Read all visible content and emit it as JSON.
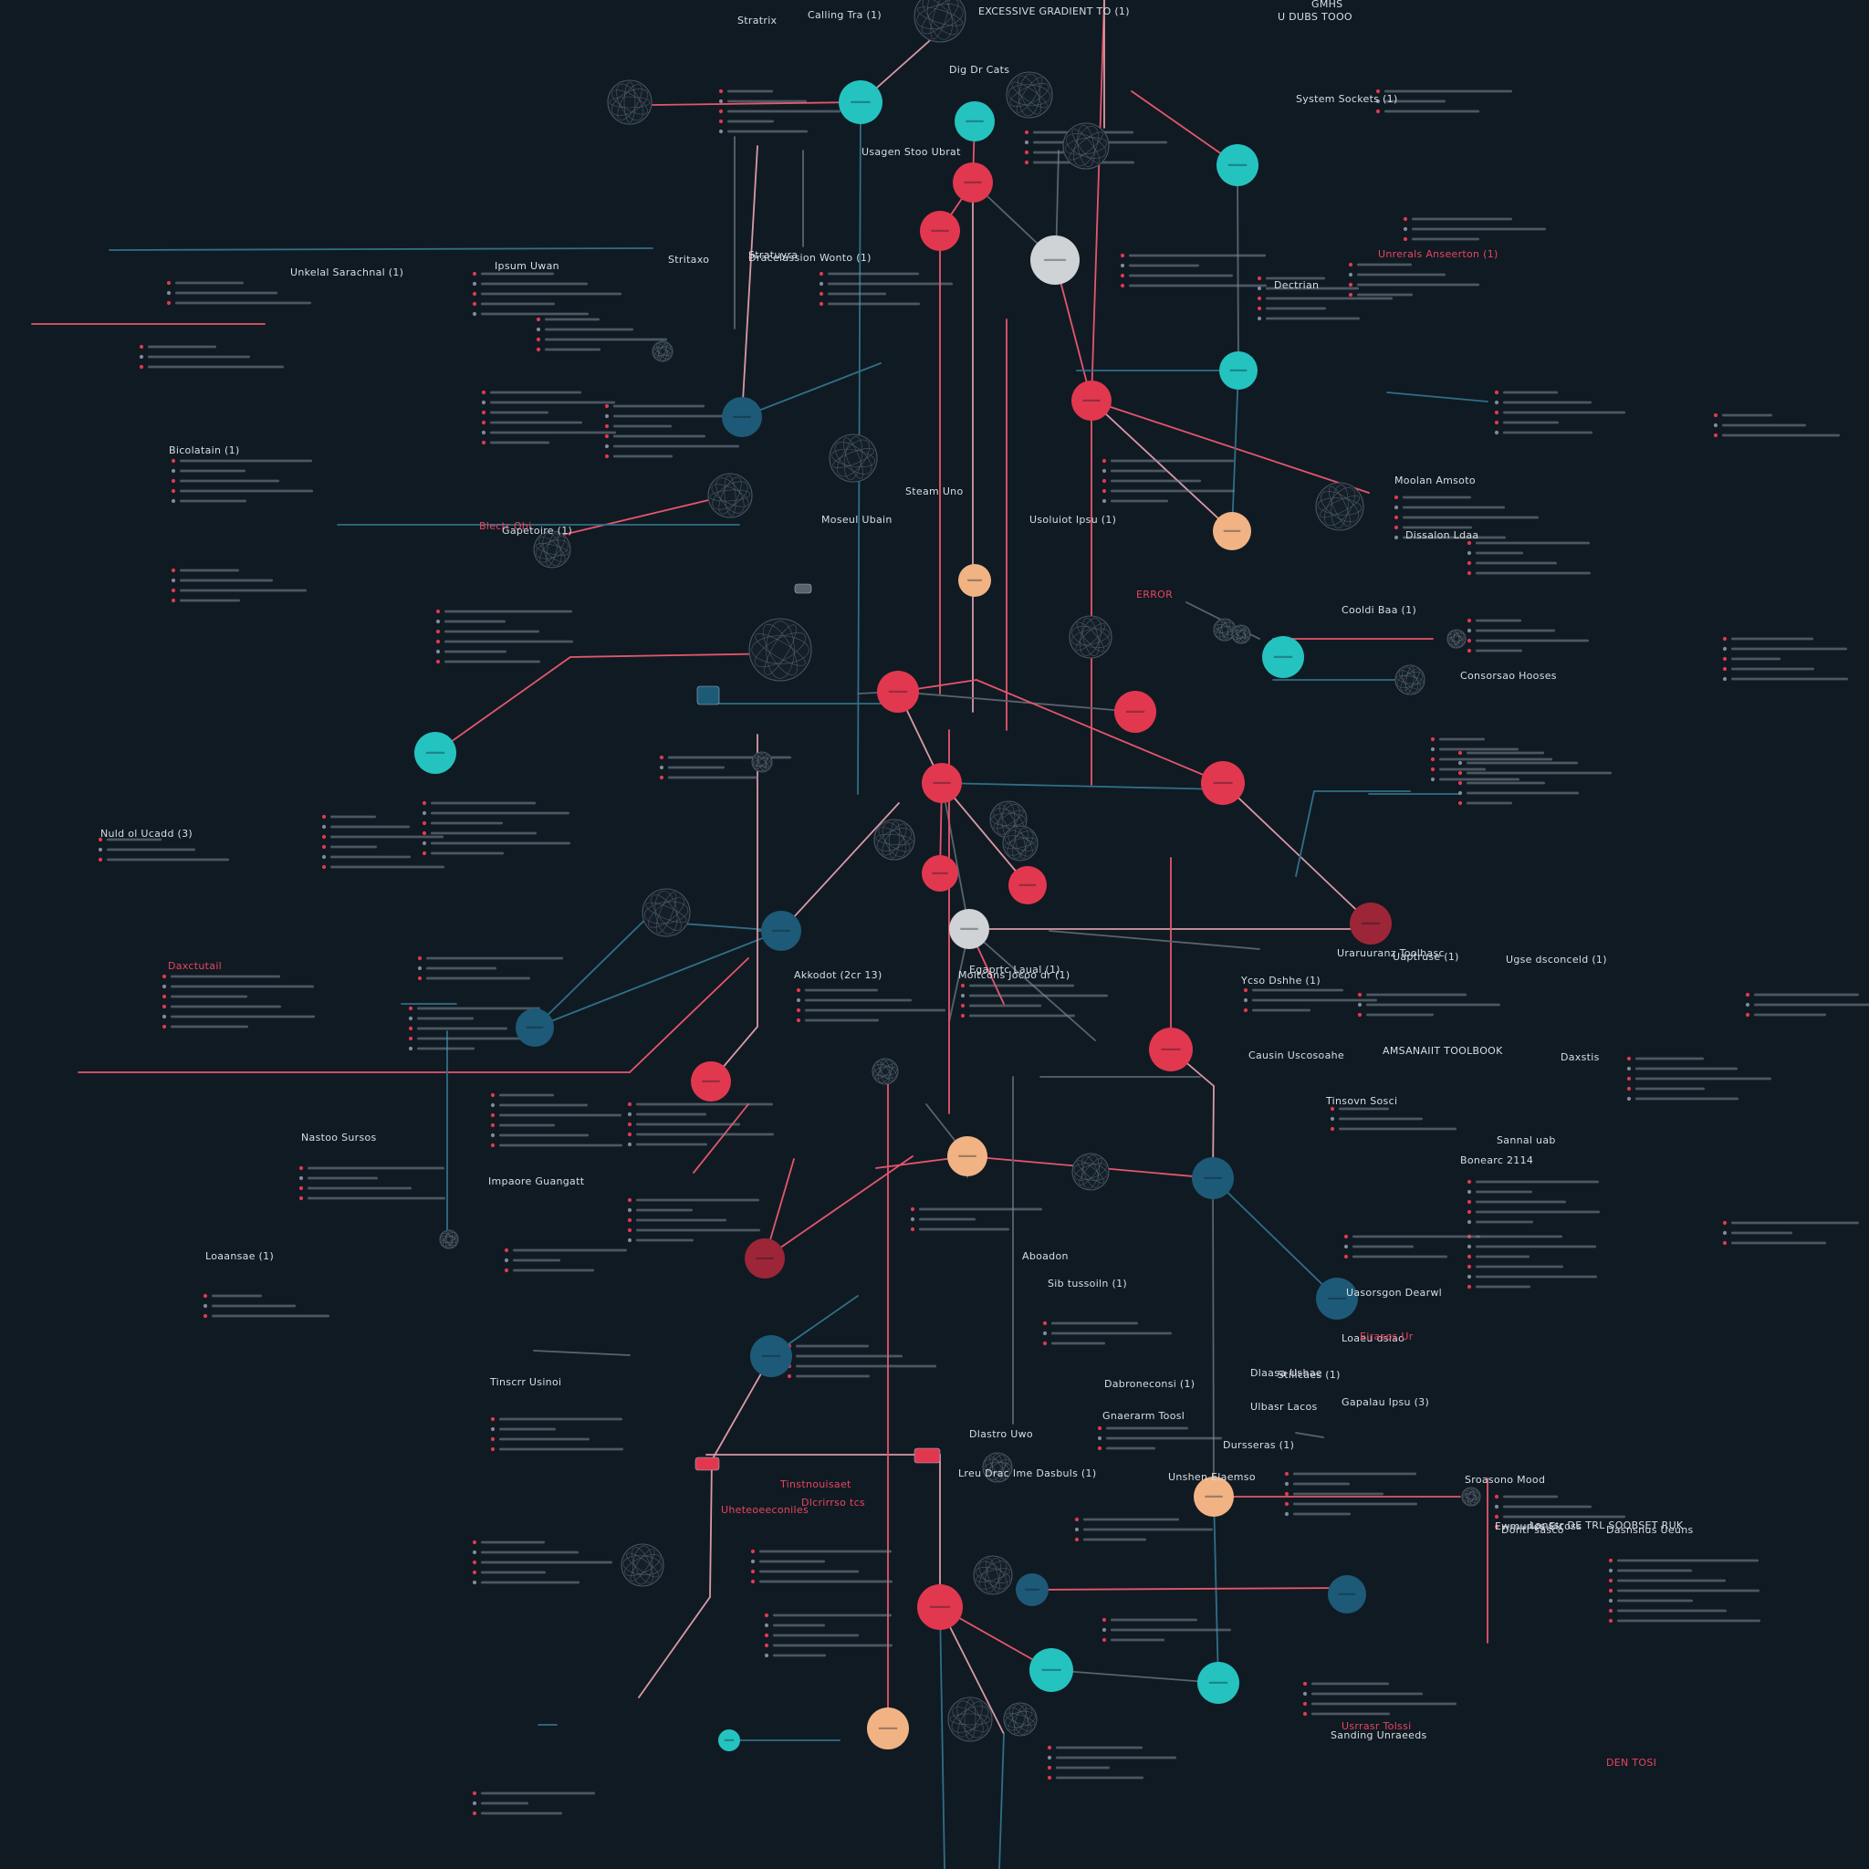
{
  "colors": {
    "background": "#101a23",
    "red": "#e2384f",
    "red_dark": "#9c2638",
    "teal": "#24c3c0",
    "navy": "#1d5a77",
    "peach": "#f1b384",
    "light_gray": "#cfd3d6",
    "line_red": "#e5566b",
    "line_teal": "#2f6f86",
    "line_pink": "#d89aa6",
    "line_gray": "#58636e",
    "text_light": "#d9dee3",
    "text_dim": "#7f8b96"
  },
  "labels": [
    {
      "text": "Calling Tra (1)",
      "color": "light"
    },
    {
      "text": "Stratrix",
      "color": "light"
    },
    {
      "text": "EXCESSIVE GRADIENT TO (1)",
      "color": "light"
    },
    {
      "text": "GMHS",
      "color": "dim"
    },
    {
      "text": "U DUBS TOOO",
      "color": "dim"
    },
    {
      "text": "System Sockets (1)",
      "color": "light"
    },
    {
      "text": "Dig Dr Cats",
      "color": "light"
    },
    {
      "text": "Usagen Stoo Ubrat",
      "color": "light"
    },
    {
      "text": "Unkelal Sarachnal (1)",
      "color": "light"
    },
    {
      "text": "Dectrian",
      "color": "light"
    },
    {
      "text": "Steam Uno",
      "color": "light"
    },
    {
      "text": "Ipsum Uwan",
      "color": "light"
    },
    {
      "text": "Stritaxo",
      "color": "light"
    },
    {
      "text": "Stratuyra",
      "color": "light"
    },
    {
      "text": "Dracelassion Wonto (1)",
      "color": "light"
    },
    {
      "text": "Unrerals Anseerton (1)",
      "color": "red"
    },
    {
      "text": "Cooldi Baa (1)",
      "color": "light"
    },
    {
      "text": "Bicolatain (1)",
      "color": "light"
    },
    {
      "text": "Blectr Obi",
      "color": "red"
    },
    {
      "text": "Gapetoire (1)",
      "color": "light"
    },
    {
      "text": "Moolan Amsoto",
      "color": "light"
    },
    {
      "text": "Consorsao Hooses",
      "color": "light"
    },
    {
      "text": "Gapalau Ipsu (3)",
      "color": "light"
    },
    {
      "text": "Dissalon Ldaa",
      "color": "light"
    },
    {
      "text": "Stilicaes (1)",
      "color": "light"
    },
    {
      "text": "Usoluiot Ipsu (1)",
      "color": "light"
    },
    {
      "text": "Moseul Ubain",
      "color": "light"
    },
    {
      "text": "Moltcons Jocoo dr (1)",
      "color": "light"
    },
    {
      "text": "ERROR",
      "color": "red"
    },
    {
      "text": "Uraruuranz Toolhasc",
      "color": "light"
    },
    {
      "text": "Uaptruse (1)",
      "color": "light"
    },
    {
      "text": "Uasorsgon Dearwl",
      "color": "light"
    },
    {
      "text": "Nuld ol Ucadd (3)",
      "color": "light"
    },
    {
      "text": "Daxctutail",
      "color": "red"
    },
    {
      "text": "Akkodot (2cr 13)",
      "color": "light"
    },
    {
      "text": "Egaprtc Laual (1)",
      "color": "light"
    },
    {
      "text": "Ycso Dshhe (1)",
      "color": "light"
    },
    {
      "text": "Ugse dsconceld (1)",
      "color": "light"
    },
    {
      "text": "AMSANAIIT TOOLBOOK",
      "color": "light"
    },
    {
      "text": "Causin Uscosoahe",
      "color": "light"
    },
    {
      "text": "Daxstis",
      "color": "light"
    },
    {
      "text": "Sannal uab",
      "color": "light"
    },
    {
      "text": "Tinsovn Sosci",
      "color": "light"
    },
    {
      "text": "Bonearc 2114",
      "color": "light"
    },
    {
      "text": "Loaansae (1)",
      "color": "light"
    },
    {
      "text": "Nastoo Sursos",
      "color": "light"
    },
    {
      "text": "Impaore Guangatt",
      "color": "light"
    },
    {
      "text": "Aboadon",
      "color": "light"
    },
    {
      "text": "Sib tussoiln (1)",
      "color": "light"
    },
    {
      "text": "Dabroneconsi (1)",
      "color": "light"
    },
    {
      "text": "Gnaerarm Toosl",
      "color": "light"
    },
    {
      "text": "Tinscrr Usinoi",
      "color": "light"
    },
    {
      "text": "Dlastro Uwo",
      "color": "light"
    },
    {
      "text": "Dlaasa Ushae",
      "color": "light"
    },
    {
      "text": "Tinstnouisaet",
      "color": "red"
    },
    {
      "text": "Dlcrirrso tcs",
      "color": "red"
    },
    {
      "text": "Uheteoeeconiles",
      "color": "red"
    },
    {
      "text": "Lreu Drac Ime Dasbuls (1)",
      "color": "light"
    },
    {
      "text": "Sroasono Mood",
      "color": "light"
    },
    {
      "text": "Dursseras (1)",
      "color": "light"
    },
    {
      "text": "Ulbasr Lacos",
      "color": "light"
    },
    {
      "text": "Loaeu dsiao",
      "color": "light"
    },
    {
      "text": "Eirasos Ur",
      "color": "red"
    },
    {
      "text": "Unshen Elaemso",
      "color": "light"
    },
    {
      "text": "Dontr sasco",
      "color": "light"
    },
    {
      "text": "Lanssr DE TRL SOOBSET RUK",
      "color": "light"
    },
    {
      "text": "Ewmurlcs Elcoss",
      "color": "light"
    },
    {
      "text": "Dasnsnus Ueuns",
      "color": "light"
    },
    {
      "text": "DEN TOSI",
      "color": "red"
    },
    {
      "text": "Usrrasr Tolssi",
      "color": "red"
    },
    {
      "text": "Sanding Unraeeds",
      "color": "light"
    }
  ]
}
